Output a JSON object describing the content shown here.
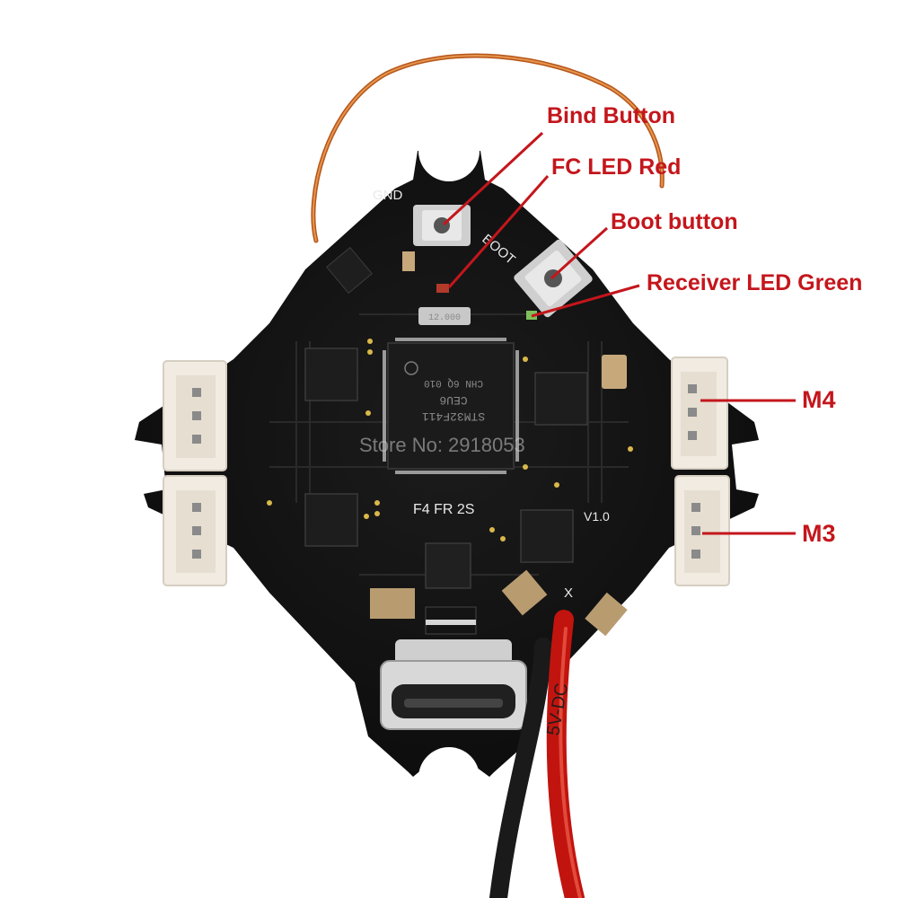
{
  "callouts": {
    "bind_button": "Bind Button",
    "fc_led_red": "FC LED Red",
    "boot_button": "Boot button",
    "receiver_led_green": "Receiver LED Green",
    "m4": "M4",
    "m3": "M3"
  },
  "board_silkscreen": {
    "gnd": "GND",
    "boot": "BOOT",
    "model": "F4  FR  2S",
    "version": "V1.0",
    "x_mark": "X",
    "crystal": "12.000"
  },
  "mcu_marking": {
    "line1": "STM32F411",
    "line2": "CEU6",
    "line3": "CHN 6Q 010"
  },
  "wire_print": "5V-DC",
  "watermark": "Store No: 2918053",
  "colors": {
    "callout_red": "#c4161c",
    "pcb_black": "#121212",
    "copper_wire": "#c8641e",
    "connector_white": "#f1ebe2"
  }
}
